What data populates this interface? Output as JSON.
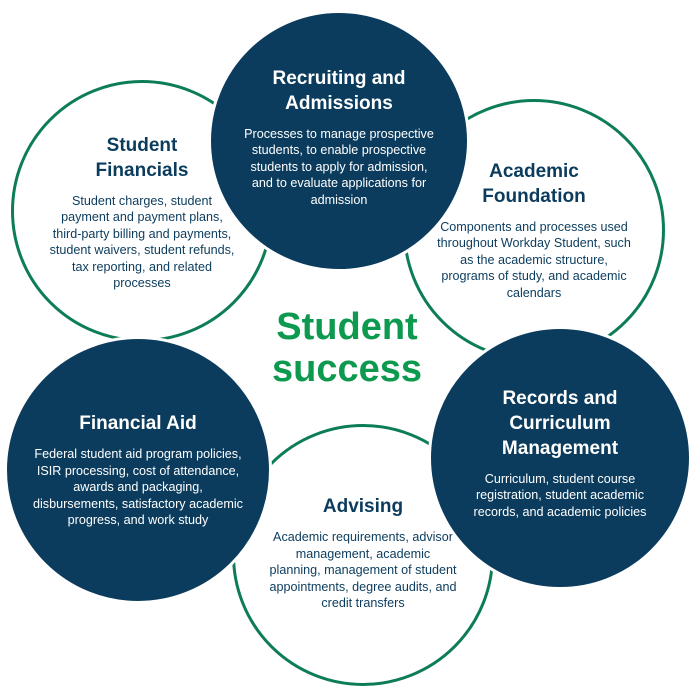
{
  "center": {
    "line1": "Student",
    "line2": "success"
  },
  "colors": {
    "dark_circle": "#0b3c5d",
    "light_circle_border": "#0d7d56",
    "center_text": "#0d9a4f"
  },
  "nodes": {
    "recruiting": {
      "title": "Recruiting and Admissions",
      "description": "Processes to manage prospective students, to enable prospective students to apply for admission, and to evaluate applications for admission"
    },
    "financials": {
      "title": "Student Financials",
      "description": "Student charges, student payment and payment plans, third-party billing and payments, student waivers, student refunds, tax reporting, and related processes"
    },
    "academic": {
      "title": "Academic Foundation",
      "description": "Components and processes used throughout Workday Student, such as the academic structure, programs of study, and academic calendars"
    },
    "finaid": {
      "title": "Financial Aid",
      "description": "Federal student aid program policies, ISIR processing, cost of attendance, awards and packaging, disbursements, satisfactory academic progress, and work study"
    },
    "records": {
      "title": "Records and Curriculum Management",
      "description": "Curriculum, student course registration, student academic records, and academic policies"
    },
    "advising": {
      "title": "Advising",
      "description": "Academic requirements, advisor management, academic planning, management of student appointments, degree audits, and credit transfers"
    }
  }
}
